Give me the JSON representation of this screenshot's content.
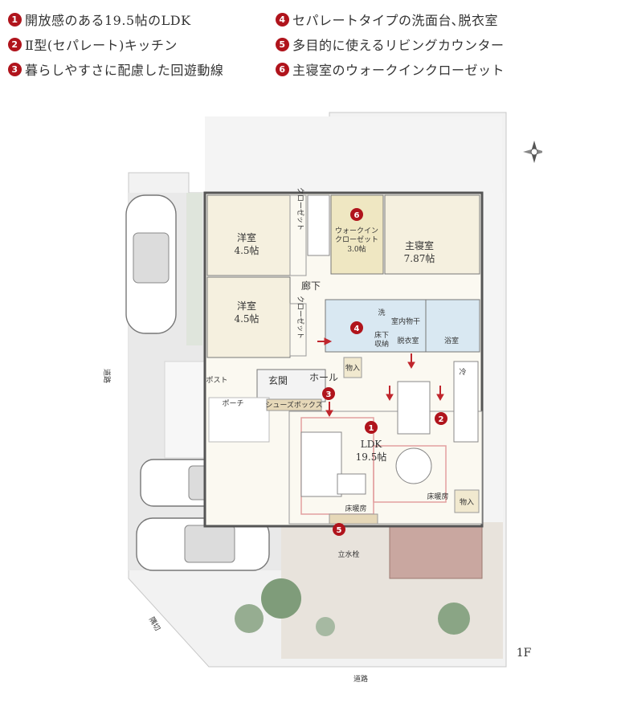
{
  "legend": [
    {
      "num": "1",
      "text": "開放感のある19.5帖のLDK"
    },
    {
      "num": "2",
      "text": "Ⅱ型(セパレート)キッチン"
    },
    {
      "num": "3",
      "text": "暮らしやすさに配慮した回遊動線"
    },
    {
      "num": "4",
      "text": "セパレートタイプの洗面台､脱衣室"
    },
    {
      "num": "5",
      "text": "多目的に使えるリビングカウンター"
    },
    {
      "num": "6",
      "text": "主寝室のウォークインクローゼット"
    }
  ],
  "rooms": {
    "western1": {
      "name": "洋室",
      "size": "4.5帖"
    },
    "western2": {
      "name": "洋室",
      "size": "4.5帖"
    },
    "master": {
      "name": "主寝室",
      "size": "7.87帖"
    },
    "wic_line1": "ウォークイン",
    "wic_line2": "クローゼット",
    "wic_size": "3.0帖",
    "hallway": "廊下",
    "entrance": "玄関",
    "hall": "ホール",
    "porch": "ポーチ",
    "post": "ポスト",
    "shoebox": "シューズボックス",
    "wash": "洗",
    "indoor_dry": "室内物干",
    "dressing": "脱衣室",
    "bath": "浴室",
    "underfloor_line1": "床下",
    "underfloor_line2": "収納",
    "storage": "物入",
    "closet": "クローゼット",
    "ldk_name": "LDK",
    "ldk_size": "19.5帖",
    "floor_heat": "床暖房",
    "faucet": "立水栓",
    "fridge": "冷"
  },
  "road_left": "道路",
  "road_bottom": "道路",
  "corner_cut": "隅切",
  "compass": "N",
  "floor_label": "1F",
  "colors": {
    "badge": "#b0141c",
    "bedroom": "#f5f0df",
    "wet": "#d9e8f2",
    "wood": "#e6d8b8",
    "lot": "#f0f0f0",
    "deck": "#c9a7a0"
  }
}
